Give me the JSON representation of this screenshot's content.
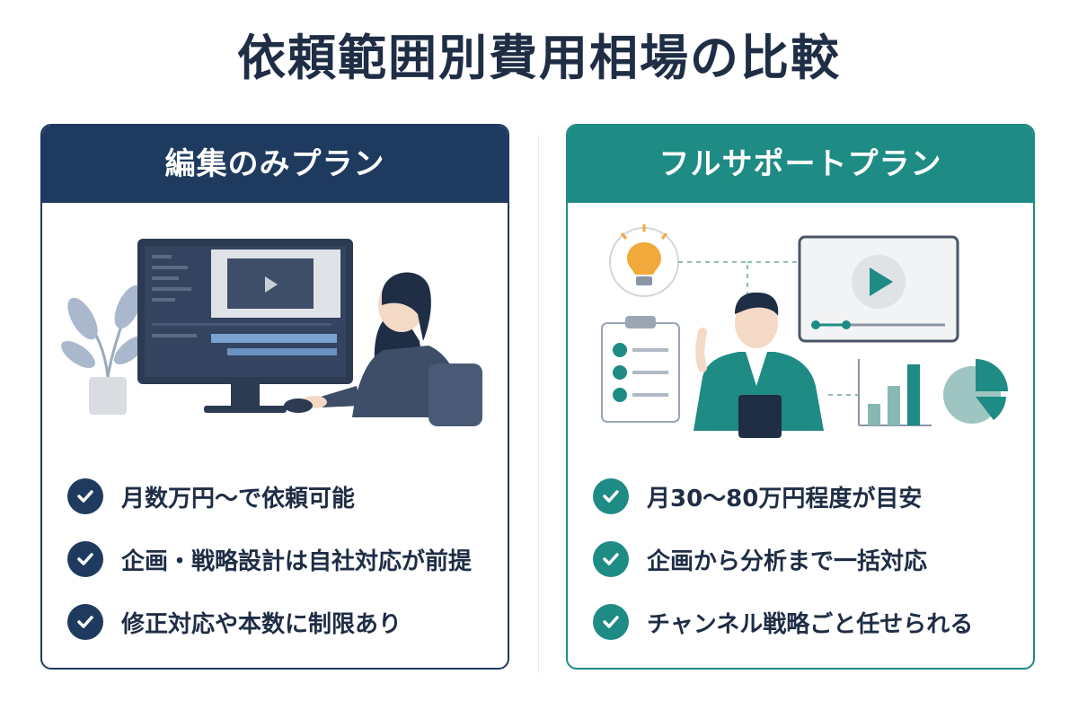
{
  "title": "依頼範囲別費用相場の比較",
  "plans": [
    {
      "name": "編集のみプラン",
      "accent": "#1f3a5f",
      "points": [
        "月数万円〜で依頼可能",
        "企画・戦略設計は自社対応が前提",
        "修正対応や本数に制限あり"
      ]
    },
    {
      "name": "フルサポートプラン",
      "accent": "#1f8b85",
      "points": [
        "月30〜80万円程度が目安",
        "企画から分析まで一括対応",
        "チャンネル戦略ごと任せられる"
      ]
    }
  ],
  "icons": {
    "check": "check-icon",
    "play": "play-icon",
    "bulb": "lightbulb-icon",
    "clipboard": "clipboard-icon",
    "bar_chart": "bar-chart-icon",
    "pie_chart": "pie-chart-icon"
  }
}
